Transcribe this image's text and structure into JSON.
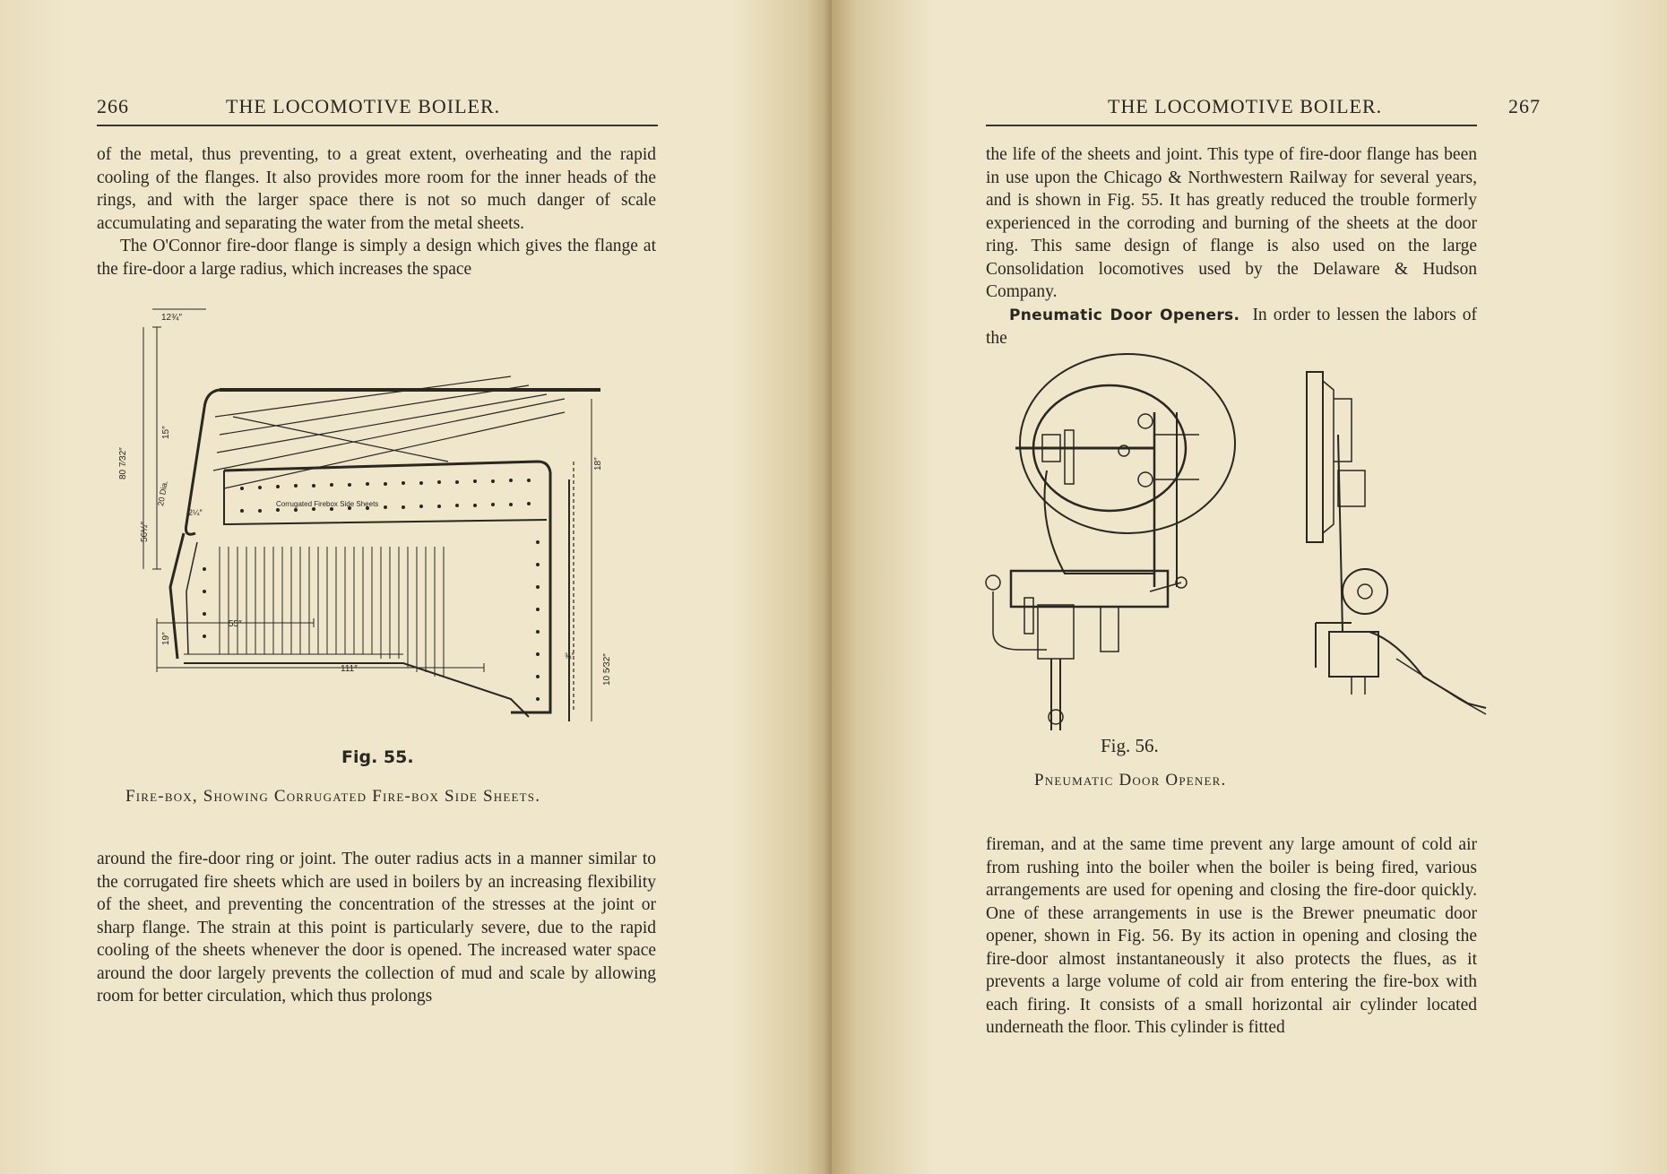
{
  "left_page": {
    "page_number": "266",
    "running_head": "THE LOCOMOTIVE BOILER.",
    "para_top_1": "of the metal, thus preventing, to a great extent, overheating and the rapid cooling of the flanges. It also provides more room for the inner heads of the rings, and with the larger space there is not so much danger of scale accumulating and separating the water from the metal sheets.",
    "para_top_2": "The O'Connor fire-door flange is simply a design which gives the flange at the fire-door a large radius, which increases the space",
    "figure": {
      "label": "Fig. 55.",
      "caption": "Fire-box, Showing Corrugated Fire-box Side Sheets.",
      "inner_label": "Corrugated Firebox Side Sheets",
      "dimensions": [
        "12¾″",
        "80 7⁄32″",
        "56½″",
        "15″",
        "20 Dia.",
        "2¼″",
        "18″",
        "10 5⁄32″",
        "19″",
        "55″",
        "111″",
        "¾″"
      ]
    },
    "para_bottom": "around the fire-door ring or joint. The outer radius acts in a manner similar to the corrugated fire sheets which are used in boilers by an increasing flexibility of the sheet, and preventing the concentration of the stresses at the joint or sharp flange. The strain at this point is particularly severe, due to the rapid cooling of the sheets whenever the door is opened. The increased water space around the door largely prevents the collection of mud and scale by allowing room for better circulation, which thus prolongs"
  },
  "right_page": {
    "page_number": "267",
    "running_head": "THE LOCOMOTIVE BOILER.",
    "para_top": "the life of the sheets and joint. This type of fire-door flange has been in use upon the Chicago & Northwestern Railway for several years, and is shown in Fig. 55. It has greatly reduced the trouble formerly experienced in the corroding and burning of the sheets at the door ring. This same design of flange is also used on the large Consolidation locomotives used by the Delaware & Hudson Company.",
    "section_head": "Pneumatic Door Openers.",
    "section_text": "In order to lessen the labors of the",
    "figure": {
      "label": "Fig. 56.",
      "caption": "Pneumatic Door Opener."
    },
    "para_bottom": "fireman, and at the same time prevent any large amount of cold air from rushing into the boiler when the boiler is being fired, various arrangements are used for opening and closing the fire-door quickly. One of these arrangements in use is the Brewer pneumatic door opener, shown in Fig. 56. By its action in opening and closing the fire-door almost instantaneously it also protects the flues, as it prevents a large volume of cold air from entering the fire-box with each firing. It consists of a small horizontal air cylinder located underneath the floor. This cylinder is fitted"
  }
}
